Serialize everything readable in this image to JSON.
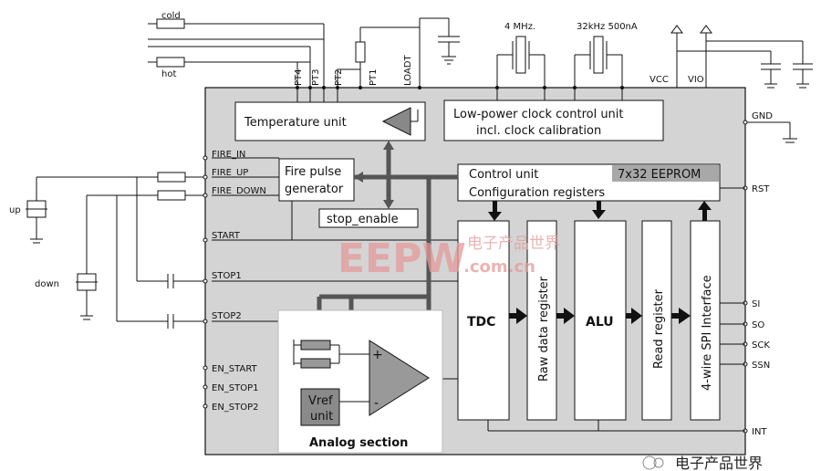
{
  "top_labels": {
    "cold": "cold",
    "hot": "hot",
    "osc_4mhz": "4 MHz.",
    "osc_32khz": "32kHz 500nA",
    "vcc": "VCC",
    "vio": "VIO",
    "pt4": "PT4",
    "pt3": "PT3",
    "pt2": "PT2",
    "pt1": "PT1",
    "loadt": "LOADT"
  },
  "left_labels": {
    "up": "up",
    "down": "down"
  },
  "pins_left": [
    "FIRE_IN",
    "FIRE_UP",
    "FIRE_DOWN",
    "START",
    "STOP1",
    "STOP2",
    "EN_START",
    "EN_STOP1",
    "EN_STOP2"
  ],
  "pins_right": [
    "GND",
    "RST",
    "SI",
    "SO",
    "SCK",
    "SSN",
    "INT"
  ],
  "blocks": {
    "temperature_unit": "Temperature unit",
    "clock_line1": "Low-power clock control unit",
    "clock_line2": "incl. clock calibration",
    "fire_line1": "Fire pulse",
    "fire_line2": "generator",
    "control_line1": "Control unit",
    "control_line2": "Configuration registers",
    "eeprom": "7x32 EEPROM",
    "stop_enable": "stop_enable",
    "tdc": "TDC",
    "raw_data": "Raw data register",
    "alu": "ALU",
    "read_register": "Read register",
    "spi": "4-wire SPI Interface",
    "vref_line1": "Vref",
    "vref_line2": "unit",
    "analog_section": "Analog section",
    "comp_plus": "+",
    "comp_minus": "-"
  },
  "watermark": {
    "main": "EEPW",
    "url": ".com.cn",
    "cn": "电子产品世界"
  },
  "footer": {
    "cn": "电子产品世界"
  },
  "colors": {
    "chip_fill": "#d4d4d4",
    "arrow": "#555555",
    "watermark": "#e59a9a",
    "eeprom_fill": "#a8a8a8"
  }
}
